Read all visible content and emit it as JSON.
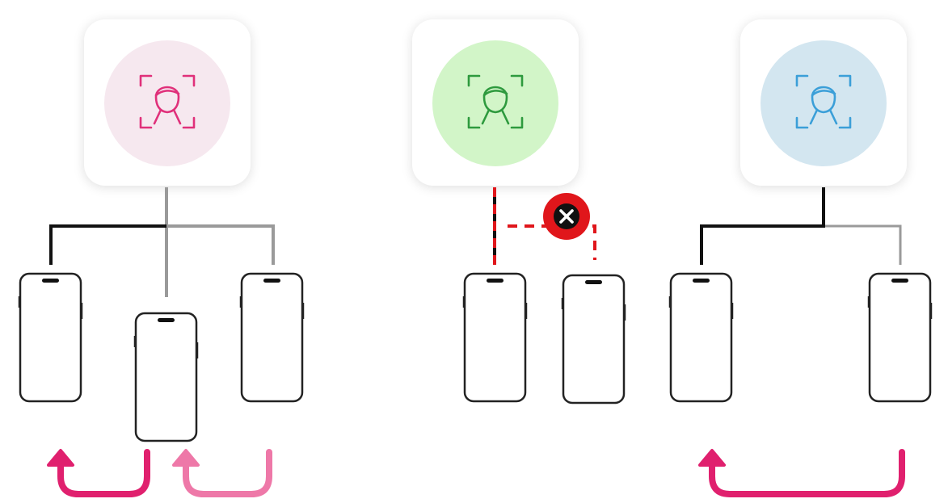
{
  "colors": {
    "pink_icon": "#e0307a",
    "pink_circle": "#f6e8ef",
    "green_icon": "#2e9a3e",
    "green_circle": "#d2f5c8",
    "blue_icon": "#3b9fd8",
    "blue_circle": "#d3e6f0",
    "line_active": "#111111",
    "line_inactive": "#9a9a9a",
    "blocked": "#e0161b",
    "arrow_dark": "#e0206e",
    "arrow_light": "#ee78a8"
  },
  "icons": {
    "face_scan": "face-scan-icon",
    "phone": "smartphone-icon",
    "blocked": "blocked-x-icon",
    "arrow": "return-arrow-icon"
  },
  "groups": [
    {
      "name": "one-to-many",
      "card_color": "pink",
      "devices": 3,
      "links": [
        "active",
        "inactive",
        "inactive"
      ]
    },
    {
      "name": "single-device",
      "card_color": "green",
      "devices": 2,
      "links": [
        "active",
        "blocked"
      ]
    },
    {
      "name": "two-devices",
      "card_color": "blue",
      "devices": 2,
      "links": [
        "active",
        "inactive"
      ]
    }
  ]
}
